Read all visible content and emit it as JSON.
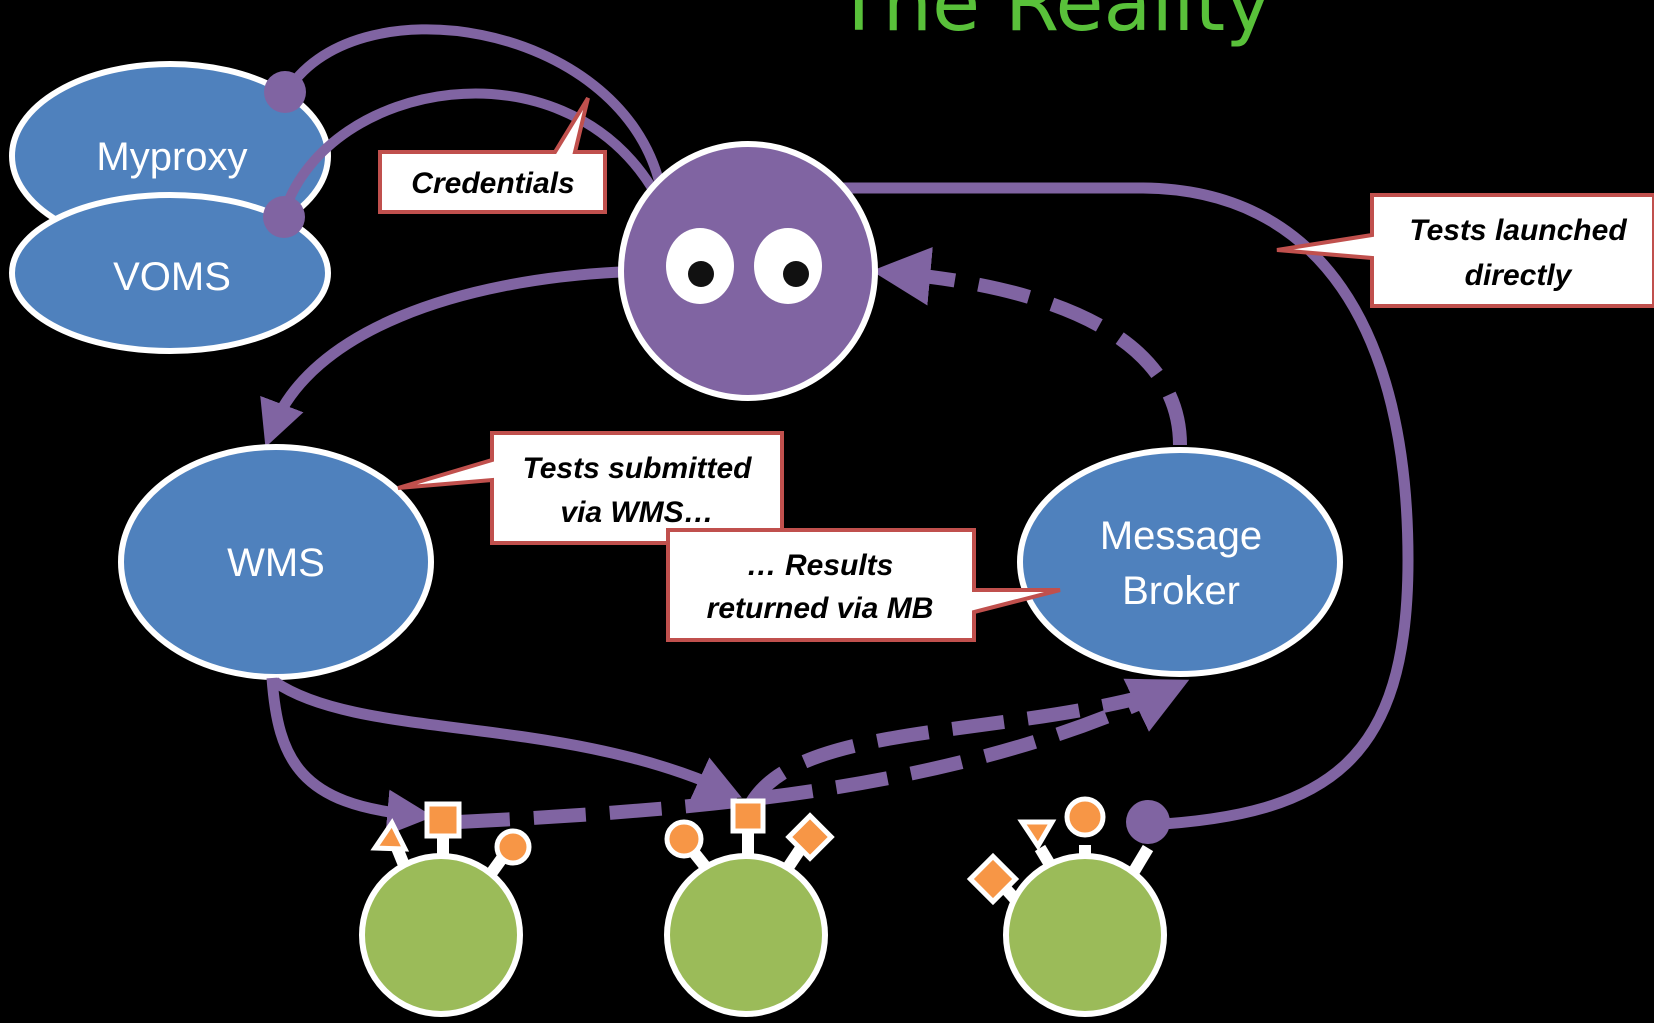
{
  "title": "The Reality",
  "nodes": {
    "myproxy": "Myproxy",
    "voms": "VOMS",
    "wms": "WMS",
    "message_broker_line1": "Message",
    "message_broker_line2": "Broker"
  },
  "callouts": {
    "credentials": "Credentials",
    "tests_launched_line1": "Tests launched",
    "tests_launched_line2": "directly",
    "tests_submitted_line1": "Tests submitted",
    "tests_submitted_line2": "via WMS…",
    "results_line1": "… Results",
    "results_line2": "returned via MB"
  },
  "colors": {
    "background": "#000000",
    "node_blue": "#4f81bd",
    "purple": "#8064a2",
    "green": "#9bbb59",
    "orange": "#f79646",
    "title_green": "#59c13a",
    "callout_border": "#c0504d"
  }
}
